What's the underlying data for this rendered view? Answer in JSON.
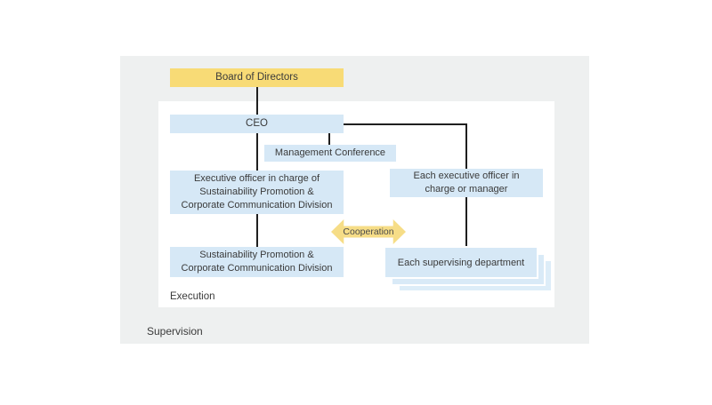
{
  "diagram": {
    "panel_labels": {
      "execution": "Execution",
      "supervision": "Supervision"
    },
    "nodes": {
      "board": {
        "label": "Board of Directors"
      },
      "ceo": {
        "label": "CEO"
      },
      "management_conference": {
        "label": "Management Conference"
      },
      "exec_officer_sustainability": {
        "label": "Executive officer in charge of\nSustainability Promotion &\nCorporate Communication Division"
      },
      "each_exec_officer": {
        "label": "Each executive officer in\ncharge or manager"
      },
      "sustainability_division": {
        "label": "Sustainability Promotion &\nCorporate Communication Division"
      },
      "supervising_department": {
        "label": "Each supervising department"
      }
    },
    "arrow": {
      "label": "Cooperation"
    },
    "colors": {
      "highlight_yellow": "#f8db76",
      "node_blue": "#d6e8f6",
      "stack_blue_mid": "#d9eaf7",
      "stack_blue_light": "#ddedf8",
      "panel_gray": "#eef0f0",
      "connector_line": "#1f1f1f",
      "text": "#3a3a3a"
    }
  }
}
